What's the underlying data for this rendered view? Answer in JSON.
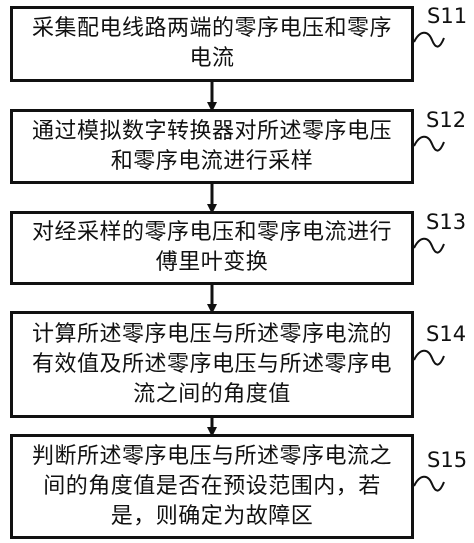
{
  "steps": [
    {
      "id": "S11",
      "text": "采集配电线路两端的零序电压和零序电流"
    },
    {
      "id": "S12",
      "text": "通过模拟数字转换器对所述零序电压和零序电流进行采样"
    },
    {
      "id": "S13",
      "text": "对经采样的零序电压和零序电流进行傅里叶变换"
    },
    {
      "id": "S14",
      "text": "计算所述零序电压与所述零序电流的有效值及所述零序电压与所述零序电流之间的角度值"
    },
    {
      "id": "S15",
      "text": "判断所述零序电压与所述零序电流之间的角度值是否在预设范围内，若是，则确定为故障区"
    }
  ],
  "colors": {
    "line": "#111111",
    "background": "#ffffff"
  }
}
